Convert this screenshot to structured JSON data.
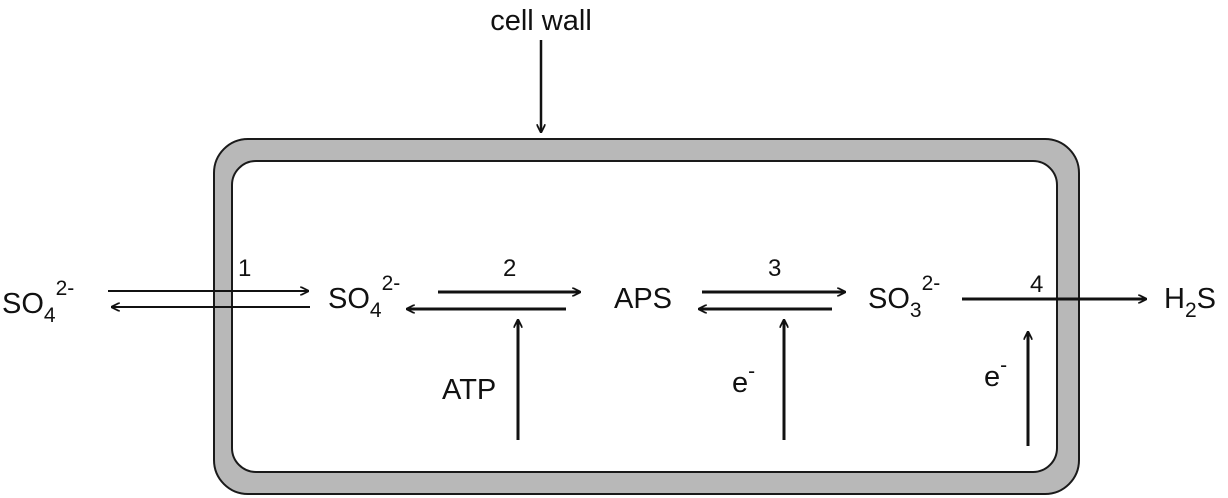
{
  "colors": {
    "membrane": "#b8b8b8",
    "outline": "#1a1a1a",
    "arrow": "#111111",
    "background": "#ffffff"
  },
  "labels": {
    "cell_wall": "cell wall",
    "sulfate_outside": {
      "base": "SO",
      "sub": "4",
      "sup": "2-"
    },
    "sulfate_inside": {
      "base": "SO",
      "sub": "4",
      "sup": "2-"
    },
    "aps": "APS",
    "sulfite": {
      "base": "SO",
      "sub": "3",
      "sup": "2-"
    },
    "hydrogen_sulfide": {
      "base": "H",
      "sub": "2",
      "tail": "S"
    },
    "atp": "ATP",
    "electron_1": {
      "base": "e",
      "sup": "-"
    },
    "electron_2": {
      "base": "e",
      "sup": "-"
    }
  },
  "steps": [
    "1",
    "2",
    "3",
    "4"
  ]
}
